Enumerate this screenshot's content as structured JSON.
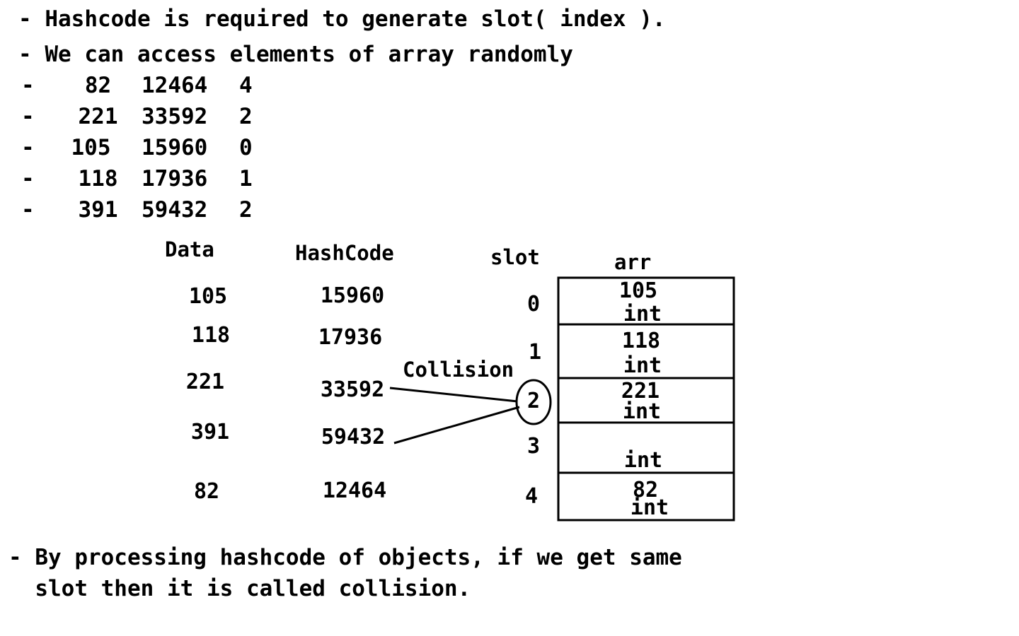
{
  "bullets": [
    "- Hashcode is required to generate slot( index ).",
    "- We can access elements of array randomly"
  ],
  "mapping_rows": [
    {
      "dash": "-",
      "data": "82",
      "hash": "12464",
      "slot": "4"
    },
    {
      "dash": "-",
      "data": "221",
      "hash": "33592",
      "slot": "2"
    },
    {
      "dash": "-",
      "data": "105",
      "hash": "15960",
      "slot": "0"
    },
    {
      "dash": "-",
      "data": "118",
      "hash": "17936",
      "slot": "1"
    },
    {
      "dash": "-",
      "data": "391",
      "hash": "59432",
      "slot": "2"
    }
  ],
  "diagram": {
    "headers": {
      "data": "Data",
      "hashcode": "HashCode",
      "slot": "slot",
      "arr": "arr"
    },
    "data_values": [
      "105",
      "118",
      "221",
      "391",
      "82"
    ],
    "hash_values": [
      "15960",
      "17936",
      "33592",
      "59432",
      "12464"
    ],
    "slots": [
      "0",
      "1",
      "2",
      "3",
      "4"
    ],
    "cells": [
      {
        "value": "105",
        "type": "int"
      },
      {
        "value": "118",
        "type": "int"
      },
      {
        "value": "221",
        "type": "int"
      },
      {
        "value": "",
        "type": "int"
      },
      {
        "value": "82",
        "type": "int"
      }
    ],
    "collision_label": "Collision"
  },
  "footer": {
    "line1": "- By processing hashcode of objects, if we get same",
    "line2": "  slot then it is called collision."
  }
}
